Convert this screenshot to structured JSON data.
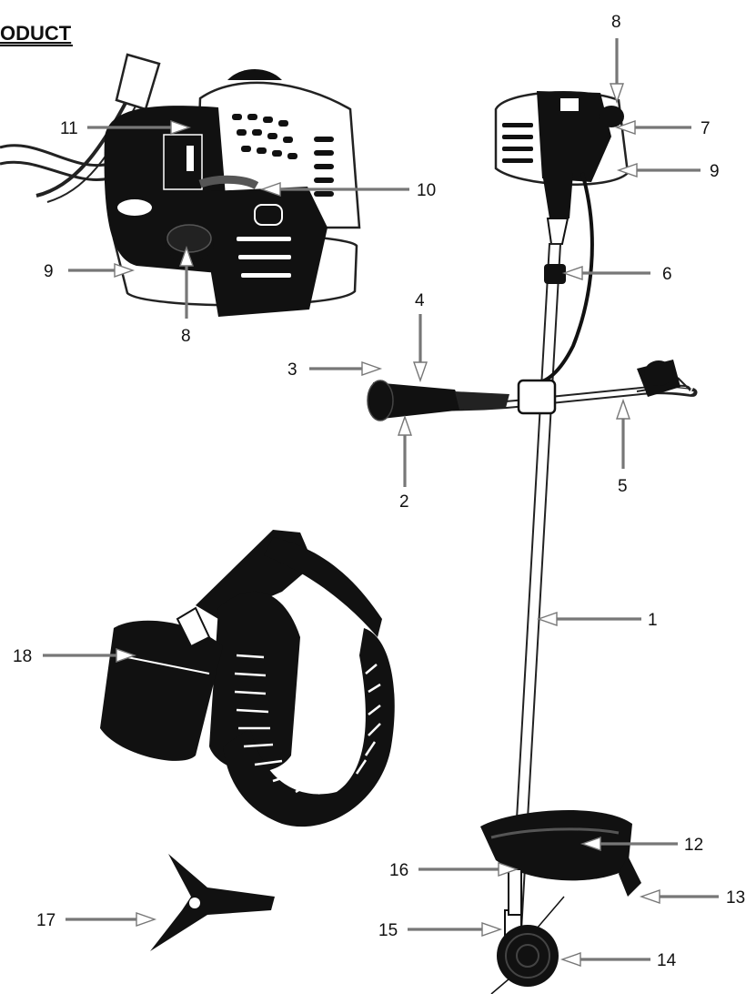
{
  "page": {
    "heading": "ODUCT"
  },
  "callouts": [
    {
      "id": "c1",
      "text": "1"
    },
    {
      "id": "c2",
      "text": "2"
    },
    {
      "id": "c3",
      "text": "3"
    },
    {
      "id": "c4",
      "text": "4"
    },
    {
      "id": "c5",
      "text": "5"
    },
    {
      "id": "c6",
      "text": "6"
    },
    {
      "id": "c7",
      "text": "7"
    },
    {
      "id": "c8a",
      "text": "8"
    },
    {
      "id": "c8b",
      "text": "8"
    },
    {
      "id": "c9a",
      "text": "9"
    },
    {
      "id": "c9b",
      "text": "9"
    },
    {
      "id": "c10",
      "text": "10"
    },
    {
      "id": "c11",
      "text": "11"
    },
    {
      "id": "c12",
      "text": "12"
    },
    {
      "id": "c13",
      "text": "13"
    },
    {
      "id": "c14",
      "text": "14"
    },
    {
      "id": "c15",
      "text": "15"
    },
    {
      "id": "c16",
      "text": "16"
    },
    {
      "id": "c17",
      "text": "17"
    },
    {
      "id": "c18",
      "text": "18"
    }
  ],
  "colors": {
    "ink": "#111111",
    "arrow": "#777777",
    "paper": "#ffffff"
  },
  "icons": {
    "engine": "engine-detail-icon",
    "trimmer": "brush-cutter-icon",
    "harness": "harness-icon",
    "blade": "three-tooth-blade-icon"
  }
}
